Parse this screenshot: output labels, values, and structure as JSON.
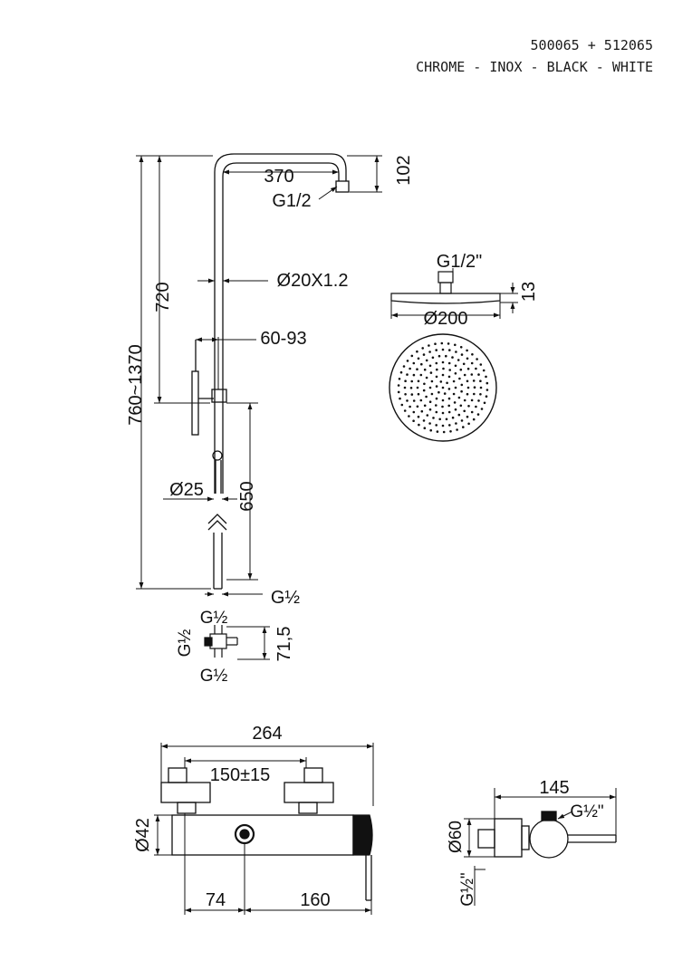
{
  "header": {
    "codes": "500065 + 512065",
    "finishes": "CHROME - INOX - BLACK - WHITE"
  },
  "column": {
    "arm_length": "370",
    "arm_drop": "102",
    "arm_outlet": "G1/2",
    "upper_height": "720",
    "total_height": "760~1370",
    "tube": "Ø20X1.2",
    "bracket": "60-93",
    "lower_diameter": "Ø25",
    "lower_height": "650",
    "inlet": "G½"
  },
  "connector": {
    "top": "G½",
    "left": "G½",
    "bottom": "G½",
    "height": "71,5"
  },
  "head": {
    "thread": "G1/2\"",
    "thickness": "13",
    "diameter": "Ø200"
  },
  "mixer": {
    "width": "264",
    "centers": "150±15",
    "height": "Ø42",
    "left_dim": "74",
    "right_dim": "160"
  },
  "mixer_side": {
    "depth": "145",
    "outlet": "G½\"",
    "flange": "Ø60",
    "inlet": "G½\""
  }
}
